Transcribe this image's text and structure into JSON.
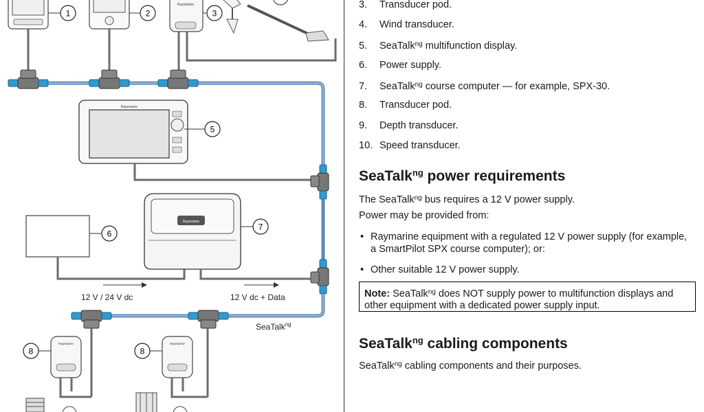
{
  "list_items": [
    {
      "num": "3.",
      "text": "Transducer pod."
    },
    {
      "num": "4.",
      "text": "Wind transducer."
    },
    {
      "num": "5.",
      "pre": "SeaTalk",
      "sup": "ng",
      "post": " multifunction display."
    },
    {
      "num": "6.",
      "text": "Power supply."
    },
    {
      "num": "7.",
      "pre": "SeaTalk",
      "sup": "ng",
      "post": " course computer — for example, SPX-30."
    },
    {
      "num": "8.",
      "text": "Transducer pod."
    },
    {
      "num": "9.",
      "text": "Depth transducer."
    },
    {
      "num": "10.",
      "text": "Speed transducer."
    }
  ],
  "power": {
    "heading_pre": "SeaTalk",
    "heading_sup": "ng",
    "heading_post": " power requirements",
    "p1_pre": "The SeaTalk",
    "p1_sup": "ng",
    "p1_post": " bus requires a 12 V power supply.",
    "p2": "Power may be provided from:",
    "bullets": [
      "Raymarine equipment with a regulated 12 V power supply (for example, a SmartPilot SPX course computer); or:",
      "Other suitable 12 V power supply."
    ],
    "note_label": "Note:",
    "note_pre": " SeaTalk",
    "note_sup": "ng",
    "note_post": " does NOT supply power to multifunction displays and other equipment with a dedicated power supply input."
  },
  "cabling": {
    "heading_pre": "SeaTalk",
    "heading_sup": "ng",
    "heading_post": " cabling components",
    "p_pre": "SeaTalk",
    "p_sup": "ng",
    "p_post": " cabling components and their purposes."
  },
  "diagram": {
    "callouts": [
      "1",
      "2",
      "3",
      "5",
      "6",
      "7",
      "8",
      "8"
    ],
    "brand": "Raymarine",
    "label_power_in": "12 V / 24 V dc",
    "label_power_out": "12 V dc + Data",
    "label_bus": "SeaTalk",
    "label_bus_sup": "ng"
  },
  "colors": {
    "backbone": "#5a88b8",
    "connector": "#2f9bd0",
    "cable": "#6b6b6b"
  }
}
